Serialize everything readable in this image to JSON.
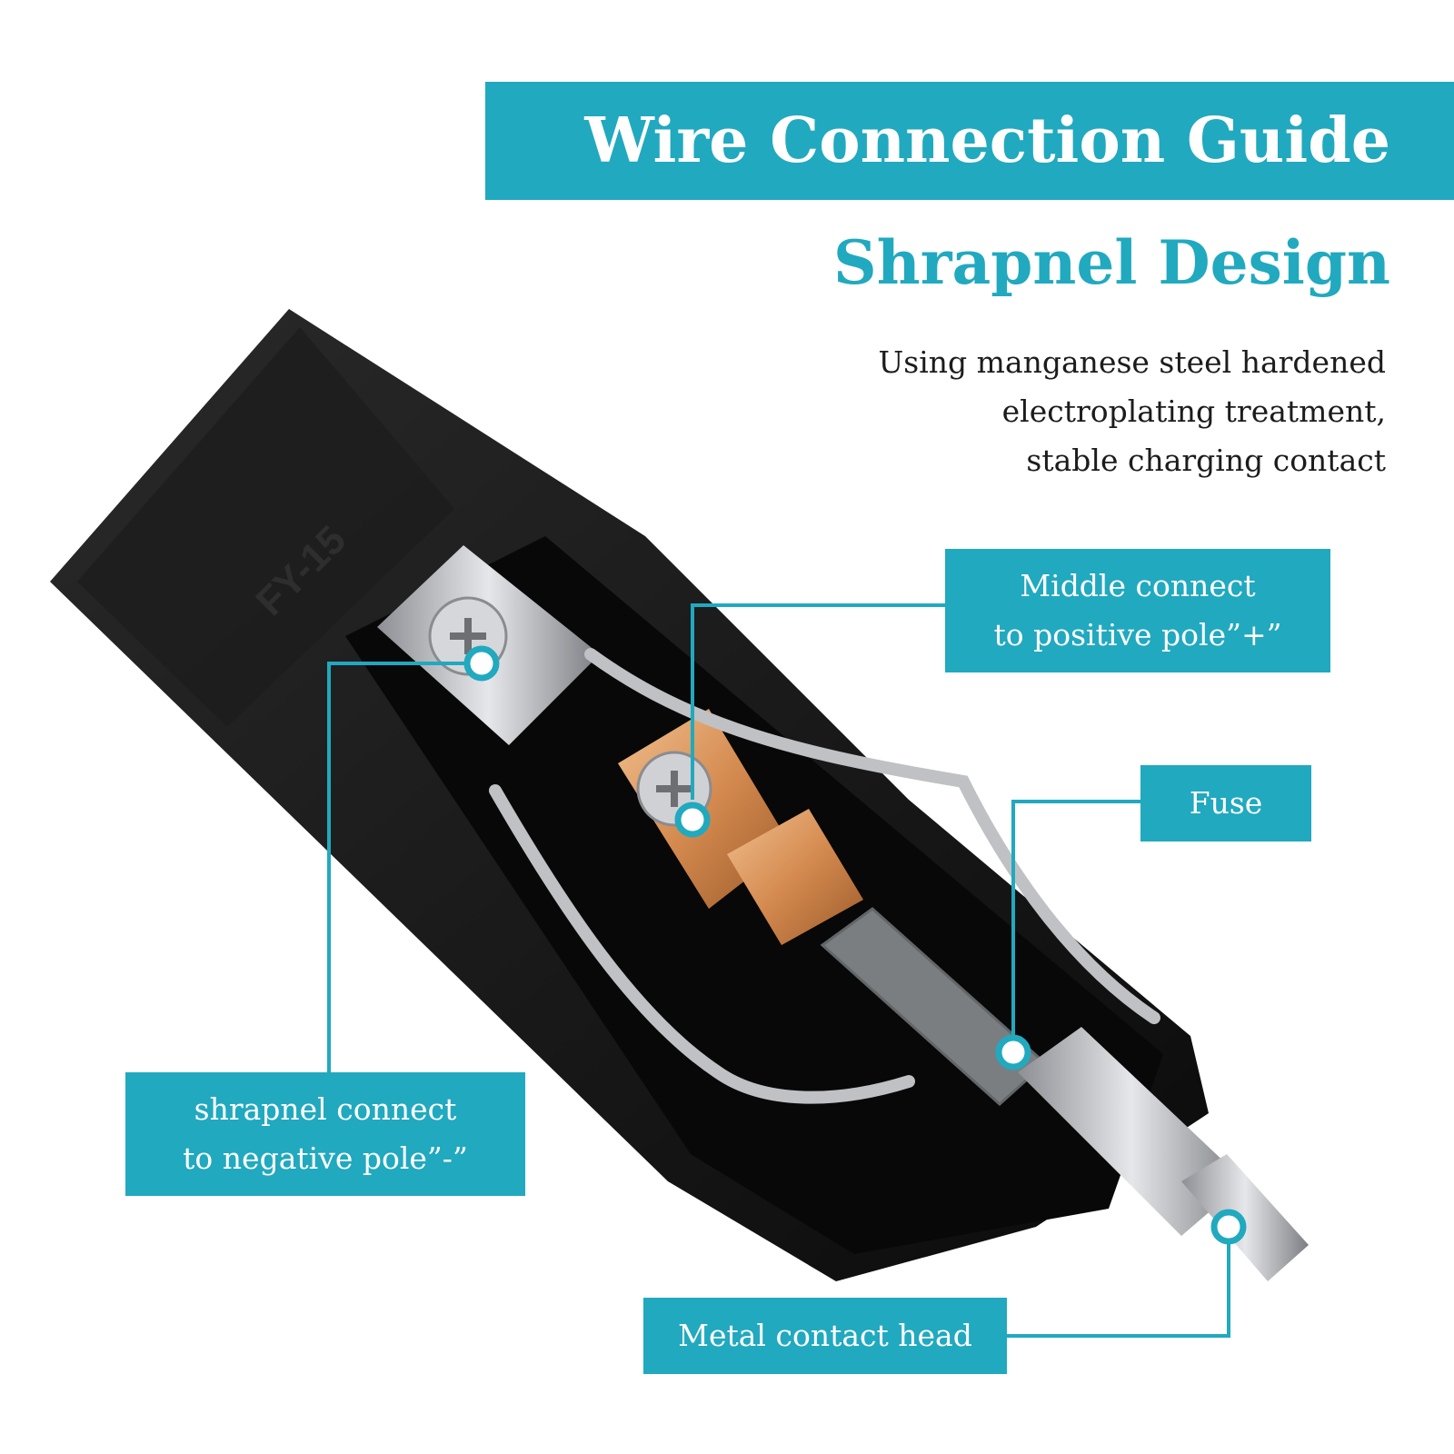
{
  "header": {
    "title": "Wire Connection Guide",
    "subtitle": "Shrapnel Design",
    "description_lines": [
      "Using manganese steel hardened",
      "electroplating treatment,",
      "stable charging contact"
    ]
  },
  "product": {
    "model_marking": "FY-15"
  },
  "callouts": {
    "middle": {
      "lines": [
        "Middle connect",
        "to positive pole”+”"
      ]
    },
    "fuse": {
      "lines": [
        "Fuse"
      ]
    },
    "shrapnel": {
      "lines": [
        "shrapnel connect",
        "to negative pole”-”"
      ]
    },
    "metal_head": {
      "lines": [
        "Metal contact head"
      ]
    }
  },
  "colors": {
    "accent": "#21a9bf",
    "text_dark": "#1c1c1c",
    "plug_body": "#141414",
    "copper": "#d9955c",
    "steel": "#c9cbcf"
  }
}
